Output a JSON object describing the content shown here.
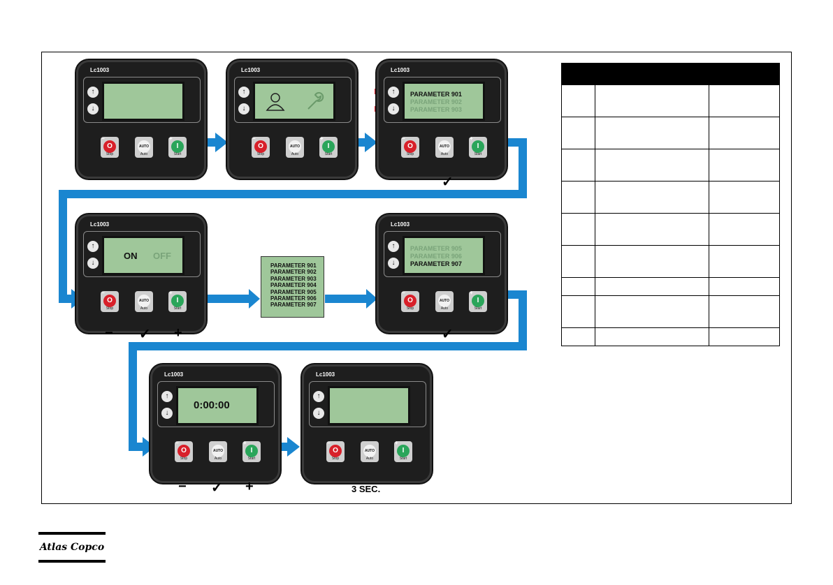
{
  "model": "Lc1003",
  "buttons": {
    "stop": "Stop",
    "auto": "Auto",
    "start": "Start",
    "stop_glyph": "O",
    "start_glyph": "I",
    "auto_glyph": "AUTO"
  },
  "arrows": {
    "up": "↑",
    "down": "↓"
  },
  "screens": {
    "param_head": [
      "PARAMETER 901",
      "PARAMETER 902",
      "PARAMETER 903"
    ],
    "on": "ON",
    "off": "OFF",
    "param_tail": [
      "PARAMETER 905",
      "PARAMETER 906",
      "PARAMETER 907"
    ],
    "timer": "0:00:00"
  },
  "param_list": [
    "PARAMETER 901",
    "PARAMETER 902",
    "PARAMETER 903",
    "PARAMETER 904",
    "PARAMETER 905",
    "PARAMETER 906",
    "PARAMETER 907"
  ],
  "symbols": {
    "minus": "−",
    "plus": "+",
    "check": "✓"
  },
  "hold_time": "3 SEC.",
  "brand": "Atlas Copco",
  "colors": {
    "flow_arrow": "#1a86d0",
    "press_arrow": "#e0202a",
    "lcd": "#9fc79a"
  }
}
